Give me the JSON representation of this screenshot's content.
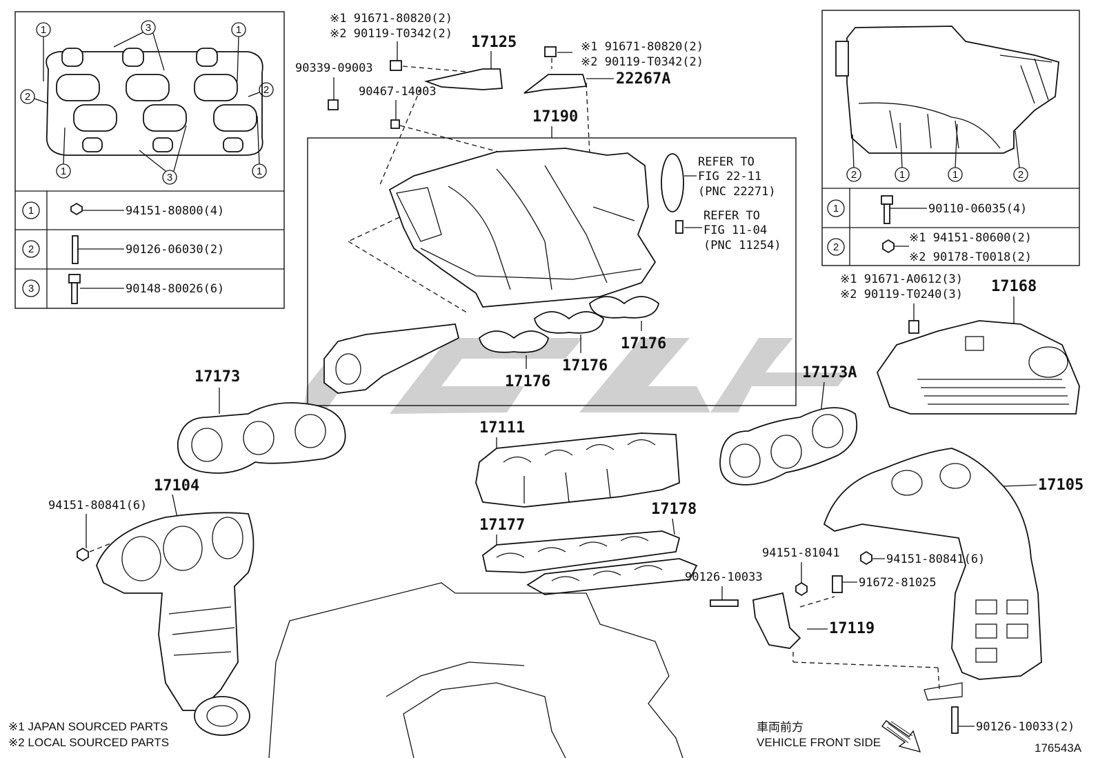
{
  "labels": {
    "p17125": "17125",
    "p22267a": "22267A",
    "p90339": "90339-09003",
    "p90467": "90467-14003",
    "p17190": "17190",
    "left_bolt_a": "※1 91671-80820(2)",
    "left_bolt_b": "※2 90119-T0342(2)",
    "right_bolt_a": "※1 91671-80820(2)",
    "right_bolt_b": "※2 90119-T0342(2)",
    "refer1_a": "REFER TO",
    "refer1_b": "FIG 22-11",
    "refer1_c": "(PNC 22271)",
    "refer2_a": "REFER TO",
    "refer2_b": "FIG 11-04",
    "refer2_c": "(PNC 11254)",
    "p17176_a": "17176",
    "p17176_b": "17176",
    "p17176_c": "17176",
    "p17173": "17173",
    "p17173a": "17173A",
    "p17111": "17111",
    "p17104": "17104",
    "p94151_80841_left": "94151-80841(6)",
    "p17177": "17177",
    "p17178": "17178",
    "p17105": "17105",
    "p94151_81041": "94151-81041",
    "p94151_80841_right": "94151-80841(6)",
    "p90126_10033": "90126-10033",
    "p91672_81025": "91672-81025",
    "p17119": "17119",
    "p90126_10033_2": "90126-10033(2)",
    "p17168": "17168",
    "hs_bolt_a": "※1 91671-A0612(3)",
    "hs_bolt_b": "※2 90119-T0240(3)",
    "note1": "※1 JAPAN SOURCED PARTS",
    "note2": "※2 LOCAL SOURCED PARTS",
    "front_jp": "車両前方",
    "front_en": "VEHICLE FRONT SIDE",
    "fig_no": "176543A"
  },
  "left_inset": {
    "callouts": [
      "1",
      "3",
      "1",
      "2",
      "2",
      "1",
      "3",
      "1"
    ],
    "legend": [
      {
        "key": "1",
        "part": "94151-80800(4)"
      },
      {
        "key": "2",
        "part": "90126-06030(2)"
      },
      {
        "key": "3",
        "part": "90148-80026(6)"
      }
    ]
  },
  "right_inset": {
    "callouts": [
      "2",
      "1",
      "1",
      "2"
    ],
    "legend": [
      {
        "key": "1",
        "part": "90110-06035(4)"
      },
      {
        "key": "2",
        "part_a": "※1 94151-80600(2)",
        "part_b": "※2 90178-T0018(2)"
      }
    ]
  }
}
